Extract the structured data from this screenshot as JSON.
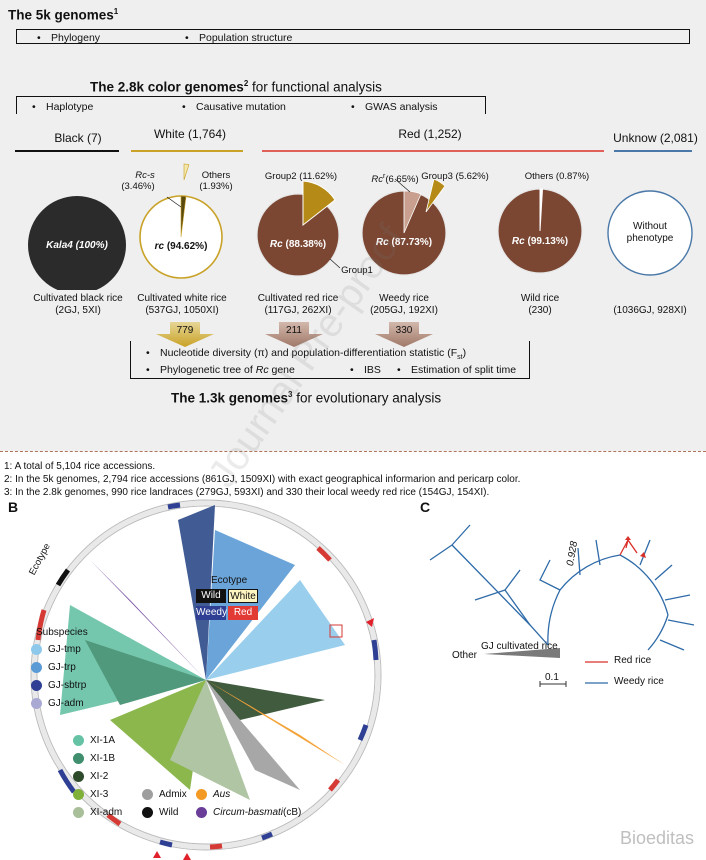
{
  "top": {
    "title_5k": "The 5k genomes",
    "title_5k_sup": "1",
    "bullets_5k": [
      "Phylogeny",
      "Population structure"
    ],
    "title_28k": "The 2.8k color genomes",
    "title_28k_sup": "2",
    "title_28k_rest": " for functional analysis",
    "bullets_28k": [
      "Haplotype",
      "Causative mutation",
      "GWAS analysis"
    ],
    "groups": {
      "black": "Black (7)",
      "white": "White (1,764)",
      "red": "Red (1,252)",
      "unknow": "Unknow (2,081)"
    },
    "group_colors": {
      "black": "#111111",
      "white": "#c9a227",
      "red": "#e0605a",
      "unknow": "#4a78a8"
    },
    "pies": [
      {
        "center": "Kala4 (100%)",
        "caption1": "Cultivated black rice",
        "caption2": "(2GJ, 5XI)"
      },
      {
        "center_italic": "rc",
        "center_rest": " (94.62%)",
        "rcs_italic": "Rc-s",
        "rcs_pct": "(3.46%)",
        "others": "Others",
        "others_pct": "(1.93%)",
        "caption1": "Cultivated white rice",
        "caption2": "(537GJ, 1050XI)",
        "values": [
          94.62,
          3.46,
          1.93
        ]
      },
      {
        "center_italic": "Rc",
        "center_rest": " (88.38%)",
        "group2": "Group2 (11.62%)",
        "group1": "Group1",
        "caption1": "Cultivated red rice",
        "caption2": "(117GJ, 262XI)",
        "values": [
          88.38,
          11.62
        ]
      },
      {
        "center_italic": "Rc",
        "center_rest": " (87.73%)",
        "rcr_italic": "Rc",
        "rcr_sup": "r",
        "rcr_pct": "(6.65%)",
        "group3": "Group3 (5.62%)",
        "caption1": "Weedy rice",
        "caption2": "(205GJ, 192XI)",
        "values": [
          87.73,
          6.65,
          5.62
        ]
      },
      {
        "center_italic": "Rc",
        "center_rest": " (99.13%)",
        "others": "Others (0.87%)",
        "caption1": "Wild rice",
        "caption2": "(230)",
        "values": [
          99.13,
          0.87
        ]
      },
      {
        "center1": "Without",
        "center2": "phenotype",
        "caption2": "(1036GJ, 928XI)"
      }
    ],
    "arrows": [
      "779",
      "211",
      "330"
    ],
    "eval_bullets": {
      "line1": "Nucleotide diversity (π) and population-differentiation statistic (F",
      "line1_sub": "st",
      "line1_end": ")",
      "line2a": "Phylogenetic tree of ",
      "line2a_italic": "Rc",
      "line2a_end": " gene",
      "line2b": "IBS",
      "line2c": "Estimation of split time"
    },
    "title_13k": "The 1.3k genomes",
    "title_13k_sup": "3",
    "title_13k_rest": " for evolutionary analysis"
  },
  "footnotes": [
    "1: A total of 5,104 rice accessions.",
    "2: In the 5k genomes, 2,794 rice accessions (861GJ, 1509XI) with exact geographical informarion and pericarp color.",
    "3: In the 2.8k genomes, 990 rice landraces (279GJ, 593XI) and 330 their local weedy red rice (154GJ, 154XI)."
  ],
  "panel_b": {
    "label": "B",
    "ecotype_side": "Ecotype",
    "subspecies": "Subspecies",
    "ecotype_legend_title": "Ecotype",
    "ecotype_boxes": [
      "Wild",
      "White",
      "Weedy",
      "Red"
    ],
    "legend_gj": [
      {
        "label": "GJ-tmp",
        "color": "#8ec9ec"
      },
      {
        "label": "GJ-trp",
        "color": "#5b9bd5"
      },
      {
        "label": "GJ-sbtrp",
        "color": "#2e3f94"
      },
      {
        "label": "GJ-adm",
        "color": "#a9a9d4"
      }
    ],
    "legend_xi": [
      {
        "label": "XI-1A",
        "color": "#66c2a5"
      },
      {
        "label": "XI-1B",
        "color": "#3f8f6e"
      },
      {
        "label": "XI-2",
        "color": "#2d4a2b"
      },
      {
        "label": "XI-3",
        "color": "#7fb03a"
      },
      {
        "label": "XI-adm",
        "color": "#a8bf9a"
      }
    ],
    "legend_other": [
      {
        "label": "Admix",
        "color": "#9e9e9e"
      },
      {
        "label": "Wild",
        "color": "#111111"
      }
    ],
    "legend_other2": [
      {
        "label": "Aus",
        "color": "#f39a24",
        "italic": true
      },
      {
        "label": "Circum-basmati",
        "suffix": " (cB)",
        "color": "#6a3e98",
        "italic": true
      }
    ]
  },
  "panel_c": {
    "label": "C",
    "bootstrap": "0.928",
    "other": "Other",
    "gj": "GJ cultivated rice",
    "scale": "0.1",
    "legend": [
      {
        "label": "Red rice",
        "color": "#d9302a"
      },
      {
        "label": "Weedy rice",
        "color": "#2f6ba8"
      }
    ]
  },
  "watermark": "Journal Pre-proof",
  "brand": "Bioeditas"
}
